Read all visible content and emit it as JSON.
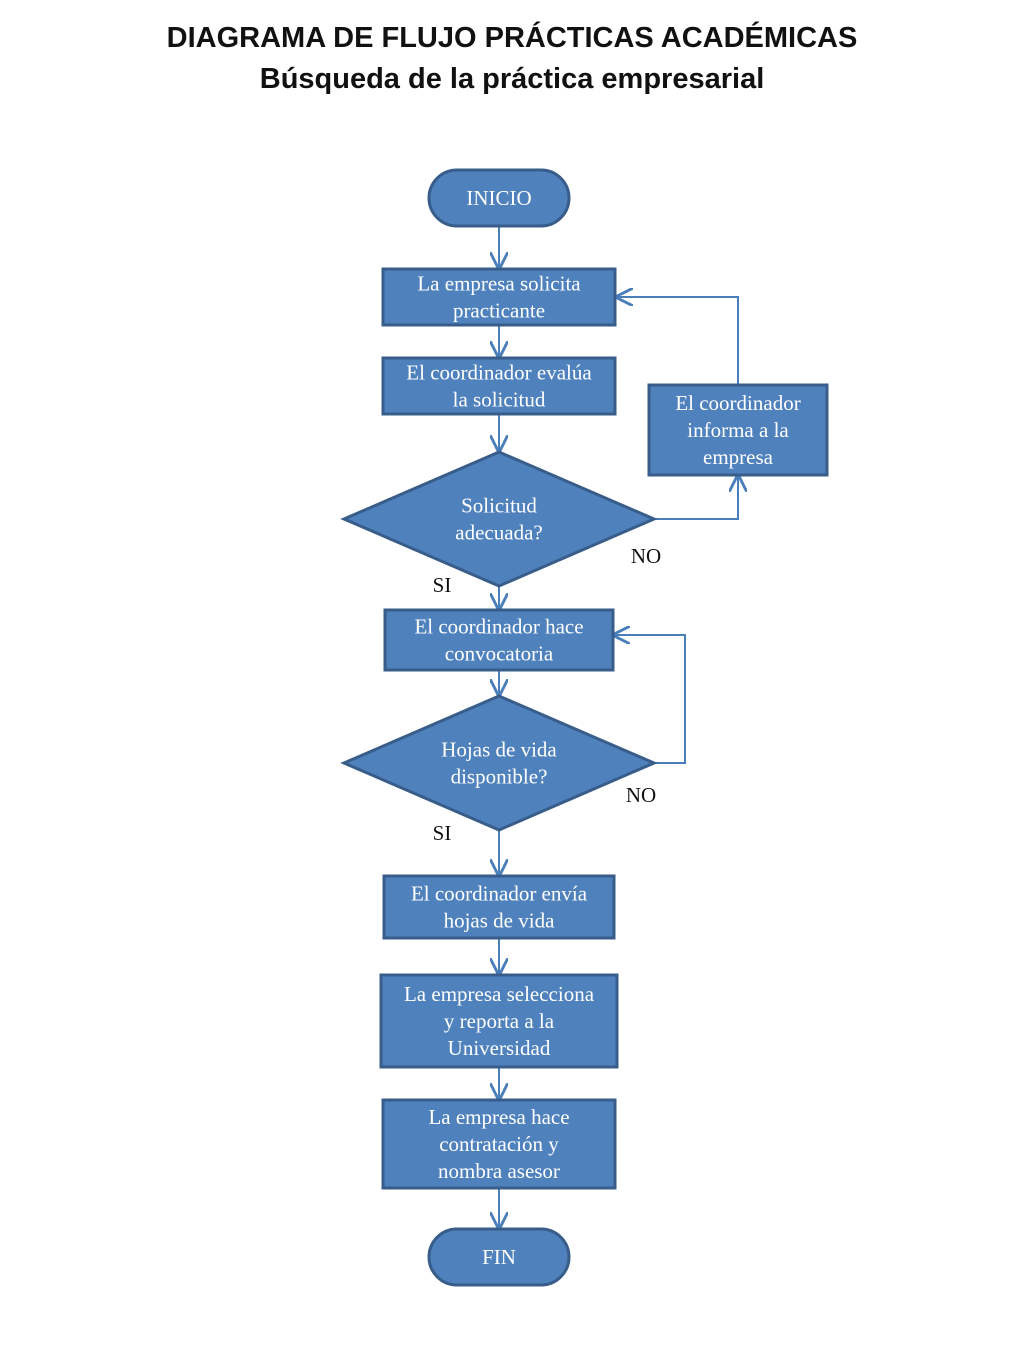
{
  "header": {
    "title": "DIAGRAMA DE FLUJO PRÁCTICAS ACADÉMICAS",
    "subtitle": "Búsqueda de la práctica empresarial"
  },
  "colors": {
    "fill": "#4F81BD",
    "stroke": "#385D8A",
    "connector": "#4A7EBB"
  },
  "nodes": {
    "inicio": {
      "type": "terminal",
      "lines": [
        "INICIO"
      ]
    },
    "solicita": {
      "type": "process",
      "lines": [
        "La empresa solicita",
        "practicante"
      ]
    },
    "evalua": {
      "type": "process",
      "lines": [
        "El coordinador evalúa",
        "la solicitud"
      ]
    },
    "informa": {
      "type": "process",
      "lines": [
        "El coordinador",
        "informa a  la",
        "empresa"
      ]
    },
    "adecuada": {
      "type": "decision",
      "lines": [
        "Solicitud",
        "adecuada?"
      ]
    },
    "convocatoria": {
      "type": "process",
      "lines": [
        "El coordinador hace",
        "convocatoria"
      ]
    },
    "hojas": {
      "type": "decision",
      "lines": [
        "Hojas de vida",
        "disponible?"
      ]
    },
    "envia": {
      "type": "process",
      "lines": [
        "El coordinador envía",
        "hojas de vida"
      ]
    },
    "selecciona": {
      "type": "process",
      "lines": [
        "La empresa selecciona",
        "y reporta a la",
        "Universidad"
      ]
    },
    "contrata": {
      "type": "process",
      "lines": [
        "La empresa hace",
        "contratación y",
        "nombra asesor"
      ]
    },
    "fin": {
      "type": "terminal",
      "lines": [
        "FIN"
      ]
    }
  },
  "edges": [
    {
      "from": "inicio",
      "to": "solicita",
      "label": ""
    },
    {
      "from": "solicita",
      "to": "evalua",
      "label": ""
    },
    {
      "from": "evalua",
      "to": "adecuada",
      "label": ""
    },
    {
      "from": "adecuada",
      "to": "informa",
      "label": "NO"
    },
    {
      "from": "informa",
      "to": "solicita",
      "label": ""
    },
    {
      "from": "adecuada",
      "to": "convocatoria",
      "label": "SI"
    },
    {
      "from": "convocatoria",
      "to": "hojas",
      "label": ""
    },
    {
      "from": "hojas",
      "to": "convocatoria",
      "label": "NO"
    },
    {
      "from": "hojas",
      "to": "envia",
      "label": "SI"
    },
    {
      "from": "envia",
      "to": "selecciona",
      "label": ""
    },
    {
      "from": "selecciona",
      "to": "contrata",
      "label": ""
    },
    {
      "from": "contrata",
      "to": "fin",
      "label": ""
    }
  ]
}
